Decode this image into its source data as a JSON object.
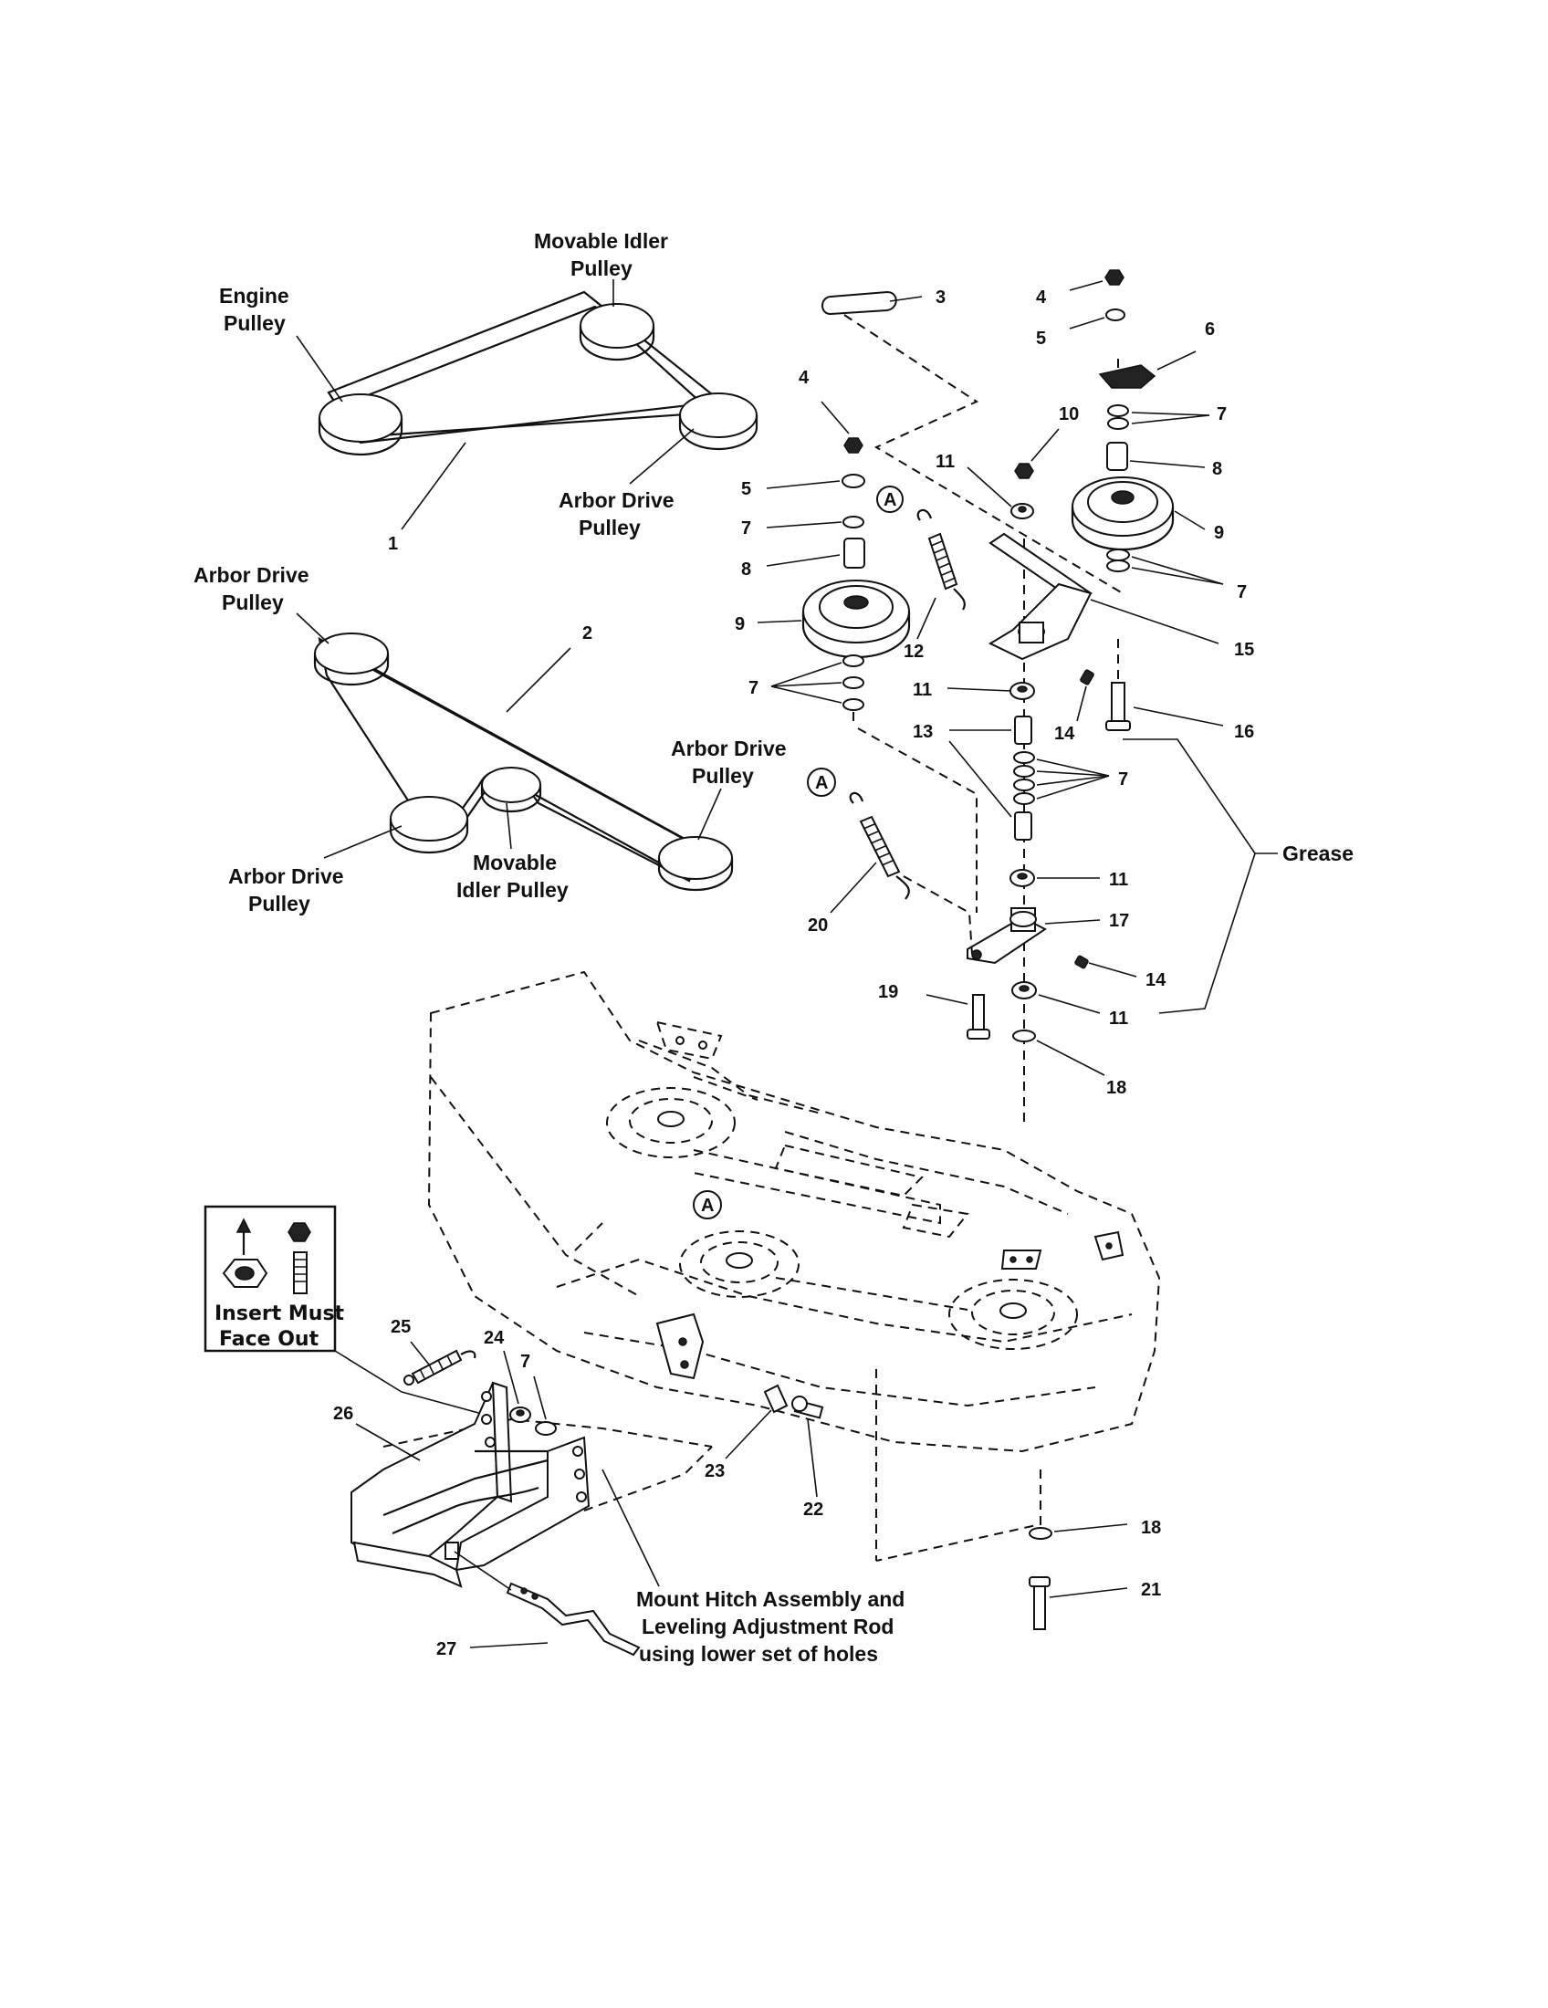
{
  "belt_diagram_1": {
    "engine_pulley": [
      "Engine",
      "Pulley"
    ],
    "movable_idler_pulley": [
      "Movable Idler",
      "Pulley"
    ],
    "arbor_drive_pulley": [
      "Arbor Drive",
      "Pulley"
    ],
    "belt_number": "1"
  },
  "belt_diagram_2": {
    "arbor_drive_left_top": [
      "Arbor Drive",
      "Pulley"
    ],
    "arbor_drive_right": [
      "Arbor Drive",
      "Pulley"
    ],
    "arbor_drive_left_bottom": [
      "Arbor Drive",
      "Pulley"
    ],
    "movable_idler": [
      "Movable",
      "Idler Pulley"
    ],
    "belt_number": "2"
  },
  "callout_letter": "A",
  "grease_label": "Grease",
  "insert_box": [
    "Insert Must",
    "Face Out"
  ],
  "hitch_note": [
    "Mount Hitch Assembly and",
    "Leveling Adjustment Rod",
    "using lower set of holes"
  ],
  "part_numbers": {
    "p3": "3",
    "p4a": "4",
    "p4b": "4",
    "p5a": "5",
    "p5b": "5",
    "p6": "6",
    "p7a": "7",
    "p7b": "7",
    "p7c": "7",
    "p7d": "7",
    "p7e": "7",
    "p7f": "7",
    "p8a": "8",
    "p8b": "8",
    "p9a": "9",
    "p9b": "9",
    "p10": "10",
    "p11a": "11",
    "p11b": "11",
    "p11c": "11",
    "p11d": "11",
    "p12": "12",
    "p13": "13",
    "p14a": "14",
    "p14b": "14",
    "p15": "15",
    "p16": "16",
    "p17": "17",
    "p18a": "18",
    "p18b": "18",
    "p19": "19",
    "p20": "20",
    "p21": "21",
    "p22": "22",
    "p23": "23",
    "p24": "24",
    "p25": "25",
    "p26": "26",
    "p27": "27"
  }
}
